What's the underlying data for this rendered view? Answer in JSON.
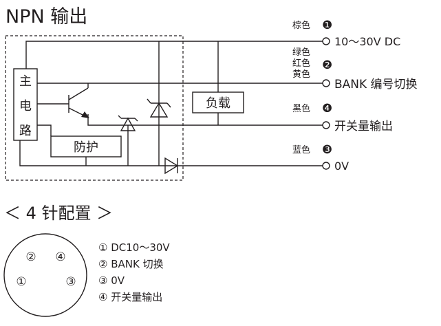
{
  "title": "NPN 输出",
  "circuit": {
    "main_circuit": [
      "主",
      "电",
      "路"
    ],
    "protection": "防护",
    "load": "负载"
  },
  "wires": [
    {
      "color_label": "棕色",
      "pin": "❶",
      "terminal": "10～30V DC"
    },
    {
      "color_label": [
        "绿色",
        "红色",
        "黄色"
      ],
      "pin": "❷",
      "terminal": "BANK 编号切换"
    },
    {
      "color_label": "黑色",
      "pin": "❹",
      "terminal": "开关量输出"
    },
    {
      "color_label": "蓝色",
      "pin": "❸",
      "terminal": "0V"
    }
  ],
  "pin_config": {
    "heading": "＜ 4 针配置 ＞",
    "pins": [
      "②",
      "④",
      "①",
      "③"
    ],
    "legend": [
      "① DC10～30V",
      "② BANK 切换",
      "③ 0V",
      "④ 开关量输出"
    ]
  }
}
